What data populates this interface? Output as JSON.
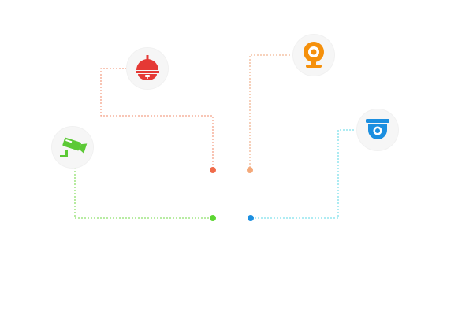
{
  "colors": {
    "red": "#e53935",
    "orange": "#f5900b",
    "green": "#5cc936",
    "blue": "#1c8fe0",
    "salmon_line": "#f4a38a",
    "peach_line": "#f2b795",
    "green_line": "#8ee06c",
    "blue_line": "#7fe0ec",
    "badge_bg": "#f6f6f6"
  },
  "devices": [
    {
      "id": "dome-camera-red",
      "icon": "dome-camera-icon",
      "color": "red"
    },
    {
      "id": "webcam-orange",
      "icon": "webcam-icon",
      "color": "orange"
    },
    {
      "id": "bullet-camera-green",
      "icon": "bullet-camera-icon",
      "color": "green"
    },
    {
      "id": "dome-camera-blue",
      "icon": "ceiling-dome-camera-icon",
      "color": "blue"
    }
  ]
}
